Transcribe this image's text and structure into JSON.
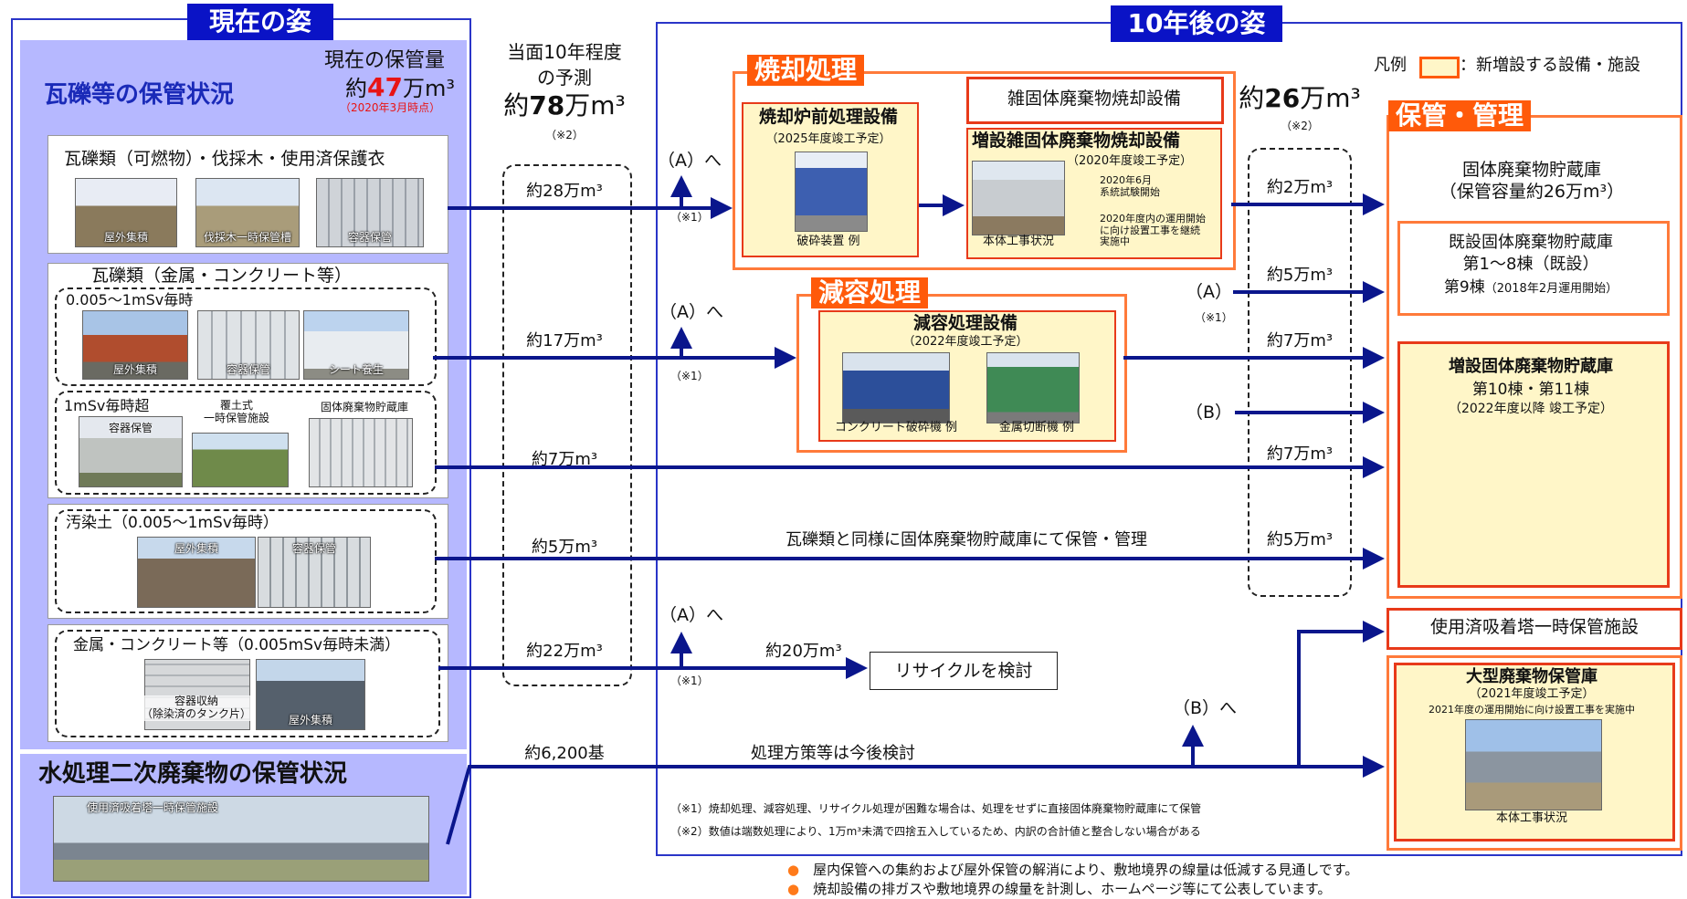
{
  "colors": {
    "navy": "#0a13c6",
    "panel": "#b6b8ff",
    "orange": "#ff7a3a",
    "red": "#e83a1a",
    "arrow": "#0a168c"
  },
  "left": {
    "title": "現在の姿",
    "heading": "瓦礫等の保管状況",
    "current_label": "現在の保管量",
    "current_pre": "約",
    "current_num": "47",
    "current_unit": "万m³",
    "current_date": "（2020年3月時点）",
    "g1": {
      "title": "瓦礫類（可燃物）・伐採木・使用済保護衣",
      "photos": [
        "屋外集積",
        "伐採木一時保管槽",
        "容器保管"
      ]
    },
    "g2": {
      "title": "瓦礫類（金属・コンクリート等）",
      "sub1": "0.005～1mSv毎時",
      "photos1": [
        "屋外集積",
        "容器保管",
        "シート養生"
      ],
      "sub2": "1mSv毎時超",
      "photos2": [
        "容器保管",
        "覆土式\n一時保管施設",
        "固体廃棄物貯蔵庫"
      ]
    },
    "g3": {
      "title": "汚染土（0.005～1mSv毎時）",
      "photos": [
        "屋外集積",
        "容器保管"
      ]
    },
    "g4": {
      "title": "金属・コンクリート等（0.005mSv毎時未満）",
      "photos": [
        "容器収納\n（除染済のタンク片）",
        "屋外集積"
      ]
    },
    "water_heading": "水処理二次廃棄物の保管状況",
    "water_photo": "使用済吸着塔一時保管施設"
  },
  "forecast": {
    "line1": "当面10年程度",
    "line2": "の予測",
    "pre": "約",
    "num": "78",
    "unit": "万m³",
    "note": "（※2）",
    "values": [
      "約28万m³",
      "約17万m³",
      "約7万m³",
      "約5万m³",
      "約22万m³",
      "約6,200基"
    ]
  },
  "right": {
    "title": "10年後の姿",
    "legend_pre": "凡例",
    "legend_text": "：新増設する設備・施設",
    "total_pre": "約",
    "total_num": "26",
    "total_unit": "万m³",
    "total_note": "（※2）",
    "values": [
      "約2万m³",
      "約5万m³",
      "約7万m³",
      "約7万m³",
      "約5万m³"
    ]
  },
  "incin": {
    "title": "焼却処理",
    "pre_title": "焼却炉前処理設備",
    "pre_sub": "（2025年度竣工予定）",
    "pre_photo": "破砕装置 例",
    "misc": "雑固体廃棄物焼却設備",
    "add_title": "増設雑固体廃棄物焼却設備",
    "add_sub": "（2020年度竣工予定）",
    "add_photo": "本体工事状況",
    "note1": "2020年6月\n系統試験開始",
    "note2": "2020年度内の運用開始\nに向け設置工事を継続\n実施中"
  },
  "reduce": {
    "title": "減容処理",
    "box_title": "減容処理設備",
    "box_sub": "（2022年度竣工予定）",
    "photo1": "コンクリート破砕機 例",
    "photo2": "金属切断機 例"
  },
  "storage": {
    "title": "保管・管理",
    "main_title": "固体廃棄物貯蔵庫",
    "main_sub": "（保管容量約26万m³）",
    "exist_title": "既設固体廃棄物貯蔵庫",
    "exist_l2": "第1～8棟（既設）",
    "exist_l3a": "第9棟",
    "exist_l3b": "（2018年2月運用開始）",
    "add_title": "増設固体廃棄物貯蔵庫",
    "add_l2": "第10棟・第11棟",
    "add_l3": "（2022年度以降 竣工予定）",
    "tower": "使用済吸着塔一時保管施設",
    "large_title": "大型廃棄物保管庫",
    "large_sub": "（2021年度竣工予定）",
    "large_note": "2021年度の運用開始に向け設置工事を実施中",
    "large_photo": "本体工事状況"
  },
  "labels": {
    "toA": "（A）へ",
    "toB": "（B）へ",
    "A": "（A）",
    "B": "（B）",
    "n1": "（※1）",
    "soil_text": "瓦礫類と同様に固体廃棄物貯蔵庫にて保管・管理",
    "recycle_amount": "約20万m³",
    "recycle": "リサイクルを検討",
    "water_text": "処理方策等は今後検討"
  },
  "notes": [
    "（※1）焼却処理、減容処理、リサイクル処理が困難な場合は、処理をせずに直接固体廃棄物貯蔵庫にて保管",
    "（※2）数値は端数処理により、1万m³未満で四捨五入しているため、内訳の合計値と整合しない場合がある"
  ],
  "bullets": [
    "屋内保管への集約および屋外保管の解消により、敷地境界の線量は低減する見通しです。",
    "焼却設備の排ガスや敷地境界の線量を計測し、ホームページ等にて公表しています。"
  ]
}
